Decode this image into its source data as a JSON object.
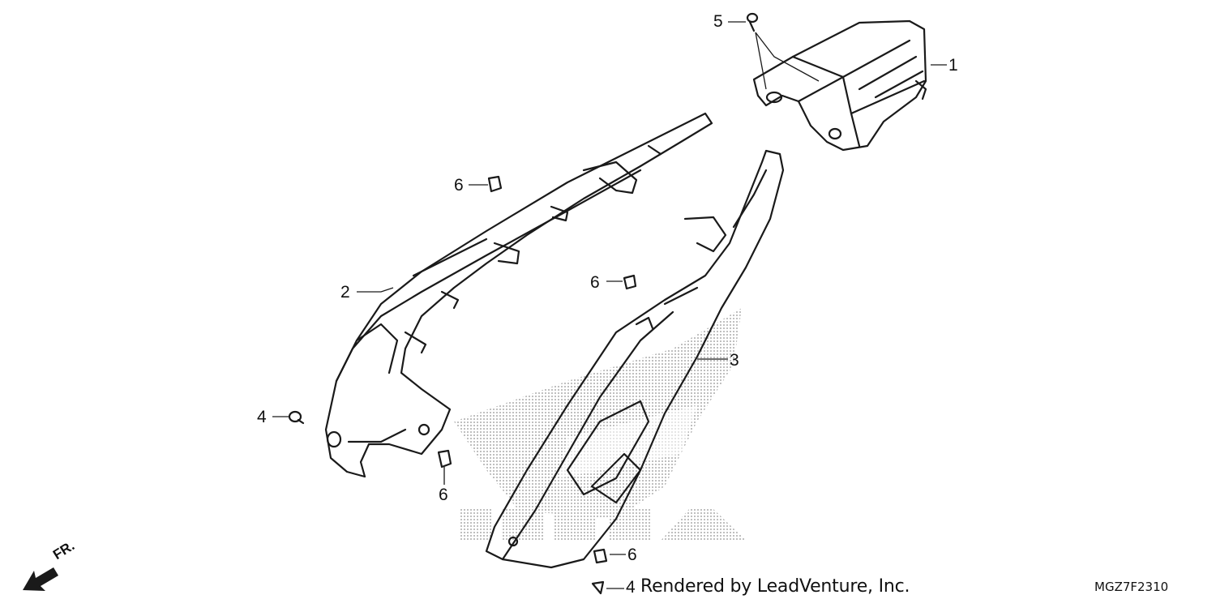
{
  "callouts": [
    {
      "id": "1",
      "text": "1"
    },
    {
      "id": "2",
      "text": "2"
    },
    {
      "id": "3",
      "text": "3"
    },
    {
      "id": "4a",
      "text": "4"
    },
    {
      "id": "4b",
      "text": "4"
    },
    {
      "id": "5",
      "text": "5"
    },
    {
      "id": "6a",
      "text": "6"
    },
    {
      "id": "6b",
      "text": "6"
    },
    {
      "id": "6c",
      "text": "6"
    },
    {
      "id": "6d",
      "text": "6"
    }
  ],
  "front_indicator": "FR.",
  "credit": "Rendered by LeadVenture, Inc.",
  "diagram_code": "MGZ7F2310",
  "colors": {
    "line": "#1a1a1a",
    "watermark": "#c9c9c9",
    "background": "#ffffff"
  }
}
